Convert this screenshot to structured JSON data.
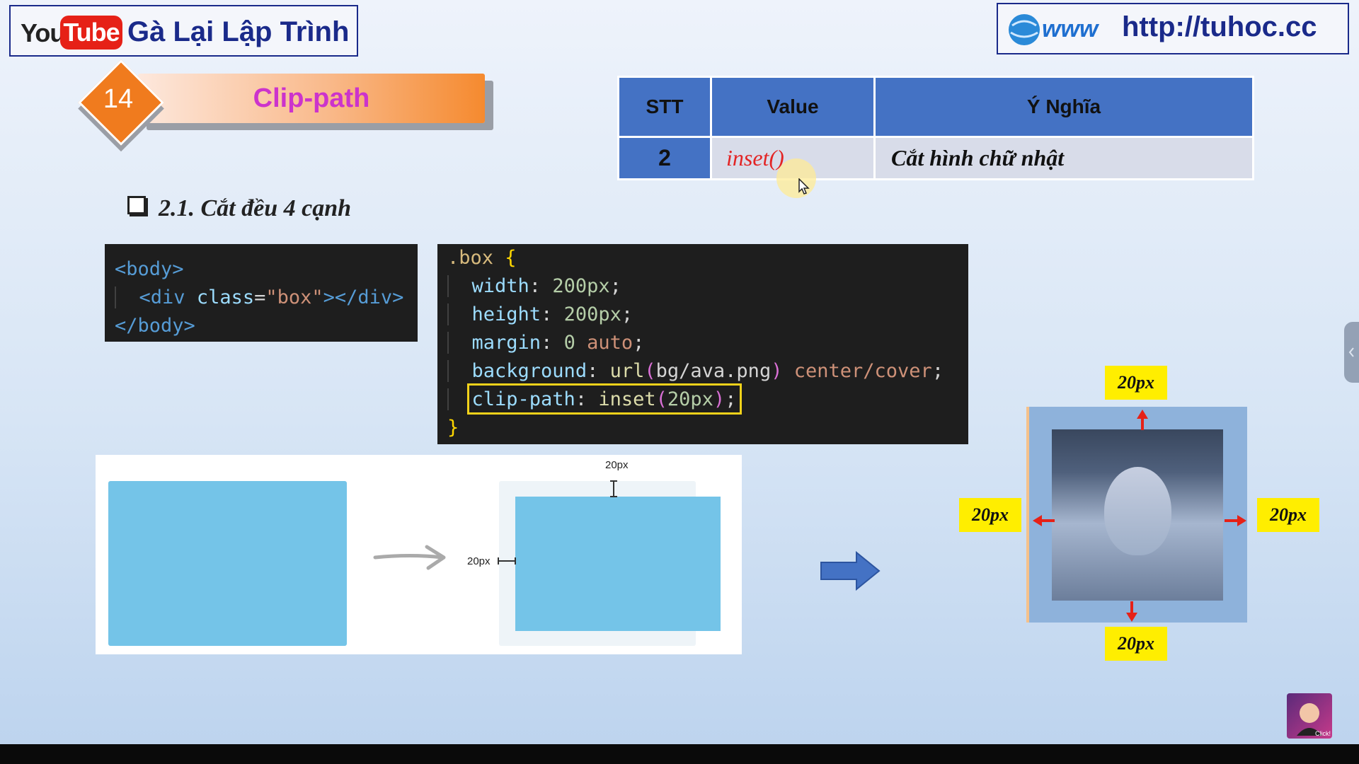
{
  "header": {
    "youtube_you": "You",
    "youtube_tube": "Tube",
    "channel_name": "Gà Lại Lập Trình",
    "website_globe_text": "www",
    "website_url": "http://tuhoc.cc"
  },
  "section": {
    "number": "14",
    "title": "Clip-path"
  },
  "table": {
    "headers": [
      "STT",
      "Value",
      "Ý Nghĩa"
    ],
    "row": {
      "stt": "2",
      "value": "inset()",
      "meaning": "Cắt hình chữ nhật"
    }
  },
  "subheading": "2.1. Cắt đều 4 cạnh",
  "code_html": {
    "line1": "<body>",
    "line2_open": "<div",
    "line2_attr": "class",
    "line2_value": "\"box\"",
    "line2_close": "></div>",
    "line3": "</body>"
  },
  "code_css": {
    "selector": ".box",
    "brace_open": "{",
    "brace_close": "}",
    "width_prop": "width",
    "width_val": "200px",
    "height_prop": "height",
    "height_val": "200px",
    "margin_prop": "margin",
    "margin_val": "0",
    "margin_kw": "auto",
    "bg_prop": "background",
    "bg_fn": "url",
    "bg_arg": "bg/ava.png",
    "bg_rest": "center/cover",
    "clip_prop": "clip-path",
    "clip_fn": "inset",
    "clip_val": "20px"
  },
  "diagram": {
    "label_top": "20px",
    "label_left": "20px"
  },
  "illustration": {
    "label_top": "20px",
    "label_left": "20px",
    "label_right": "20px",
    "label_bottom": "20px"
  },
  "subscribe_text": "Click!",
  "colors": {
    "header_blue": "#1a2a8a",
    "table_header": "#4472c4",
    "accent_orange": "#f07b1e",
    "title_magenta": "#cc33cc",
    "highlight_yellow": "#ffee00"
  }
}
